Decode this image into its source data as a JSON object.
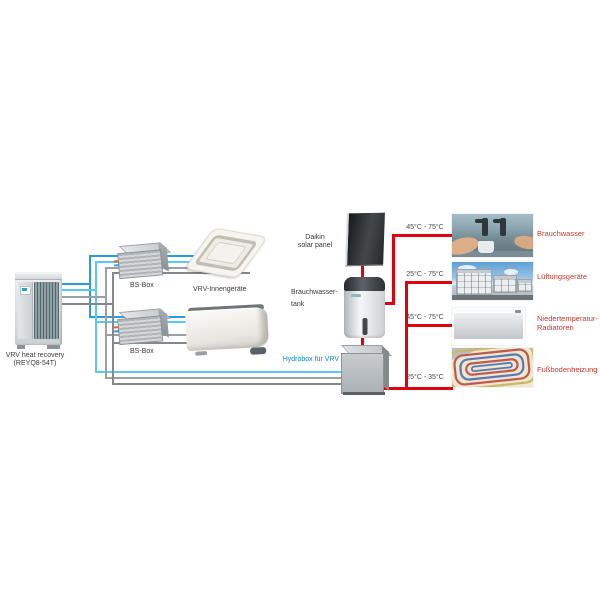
{
  "diagram": {
    "outdoor_unit": {
      "label_line1": "VRV heat recovery",
      "label_line2": "(REYQ8-54T)"
    },
    "bs_box_top": {
      "label": "BS-Box"
    },
    "bs_box_bottom": {
      "label": "BS-Box"
    },
    "indoor_units": {
      "label": "VRV-Innengeräte"
    },
    "solar_panel": {
      "label_line1": "Daikin",
      "label_line2": "solar panel"
    },
    "tank": {
      "label_line1": "Brauchwasser-",
      "label_line2": "tank"
    },
    "hydrobox": {
      "label": "Hydrobox für VRV"
    },
    "outputs": [
      {
        "temp": "45°C - 75°C",
        "label": "Brauchwasser"
      },
      {
        "temp": "25°C - 75°C",
        "label": "Lüftungsgeräte"
      },
      {
        "temp": "45°C - 75°C",
        "label": "Niedertemperatur-Radiatoren"
      },
      {
        "temp": "25°C - 35°C",
        "label": "Fußbodenheizung"
      }
    ]
  },
  "colors": {
    "pipe_blue": "#2b9cd8",
    "pipe_cyan": "#58c9f2",
    "pipe_gray": "#9aa0a4",
    "pipe_dark_gray": "#84888c",
    "pipe_red": "#e2000f",
    "label_blue": "#0e86c8",
    "label_red": "#c5392f",
    "label_dark": "#3a3a3a"
  }
}
